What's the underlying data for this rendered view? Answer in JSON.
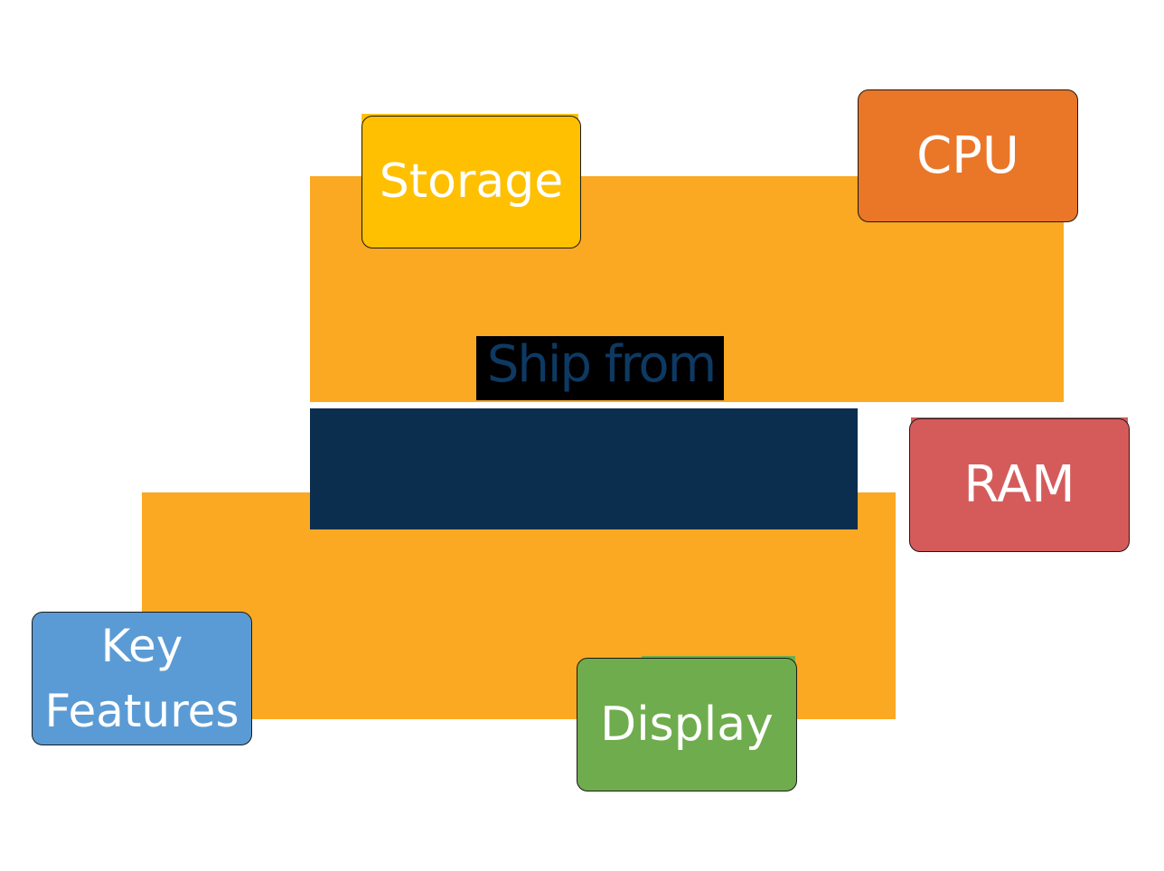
{
  "diagram": {
    "title": "Ship from",
    "colors": {
      "background_band": "#fba823",
      "center_band": "#0b2e4f",
      "title_text": "#0d3a63",
      "title_highlight": "#000000",
      "node_text": "#ffffff",
      "node_border": "#1a1a1a"
    },
    "nodes": [
      {
        "id": "storage",
        "label": "Storage",
        "color": "#fec000"
      },
      {
        "id": "cpu",
        "label": "CPU",
        "color": "#ea7628"
      },
      {
        "id": "ram",
        "label": "RAM",
        "color": "#d55b5b"
      },
      {
        "id": "key_features",
        "label_line1": "Key",
        "label_line2": "Features",
        "color": "#5a9bd5"
      },
      {
        "id": "display",
        "label": "Display",
        "color": "#6fac4d"
      }
    ]
  }
}
